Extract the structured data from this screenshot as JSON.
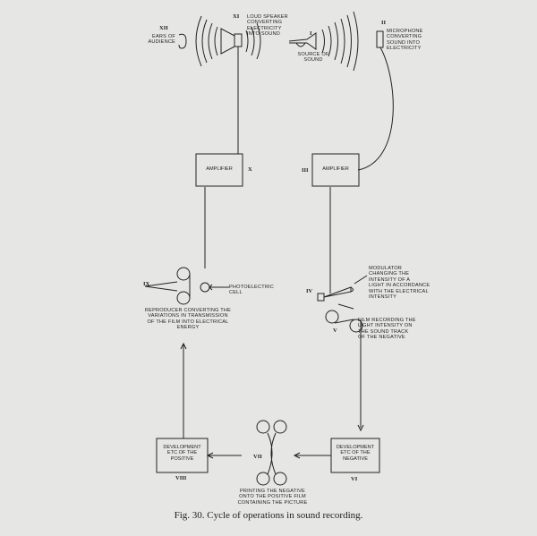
{
  "labels": {
    "ears": "Ears of\naudience",
    "speaker": "Loud speaker\nconverting\nelectricity\ninto sound",
    "source": "Source of\nsound",
    "microphone": "Microphone\nconverting\nsound into\nelectricity",
    "photocell": "Photoelectric\ncell",
    "reproducer": "Reproducer converting the\nvariations in transmission\nof the film into electrical\nenergy",
    "modulator": "Modulator\nchanging the\nintensity of a\nlight in accordance\nwith the electrical\nintensity",
    "film_recording": "Film recording the\nlight intensity on\nthe sound track\nof the negative",
    "printing": "Printing the negative\nonto the positive film\ncontaining the picture"
  },
  "boxes": {
    "amp_left": "Amplifier",
    "amp_right": "Amplifier",
    "dev_positive": "Development\netc of the\npositive",
    "dev_negative": "Development\netc of the\nnegative"
  },
  "numerals": {
    "n1": "I",
    "n2": "II",
    "n3": "III",
    "n4": "IV",
    "n5": "V",
    "n6": "VI",
    "n7": "VII",
    "n8": "VIII",
    "n9": "IX",
    "n10": "X",
    "n11": "XI",
    "n12": "XII"
  },
  "caption": "Fig. 30.   Cycle of operations in sound recording."
}
